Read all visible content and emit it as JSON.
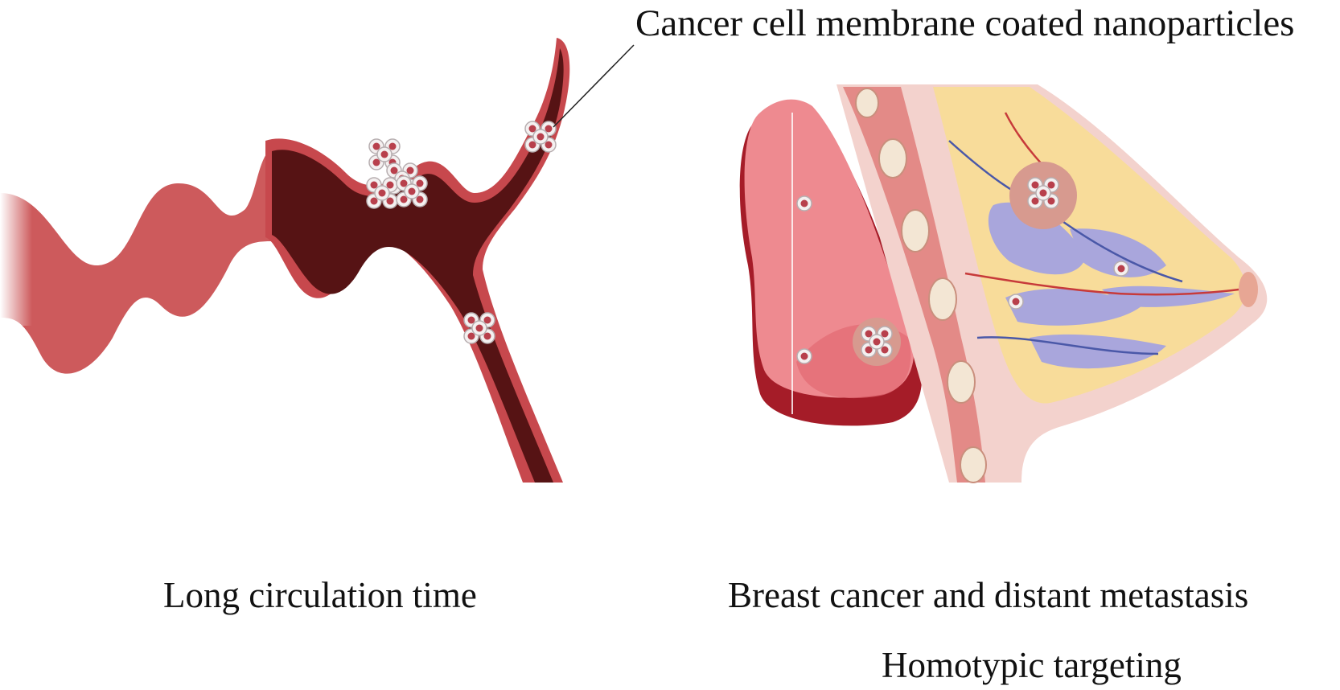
{
  "labels": {
    "nanoparticles": "Cancer cell membrane coated nanoparticles",
    "circulation": "Long circulation time",
    "metastasis": "Breast cancer and distant metastasis",
    "targeting": "Homotypic targeting"
  },
  "colors": {
    "artery": "#cd5a5c",
    "vein_outer": "#c7484d",
    "vein_inner": "#561314",
    "lung_main": "#ee8a90",
    "lung_dark": "#a51c28",
    "muscle": "#e38a87",
    "fat": "#f8dc9a",
    "gland": "#a9a6dc",
    "skin": "#f3d2cd",
    "tumor": "#d79a8f"
  },
  "icons": {
    "nanoparticle": "nanoparticle-cluster-icon",
    "tumor": "tumor-icon"
  }
}
